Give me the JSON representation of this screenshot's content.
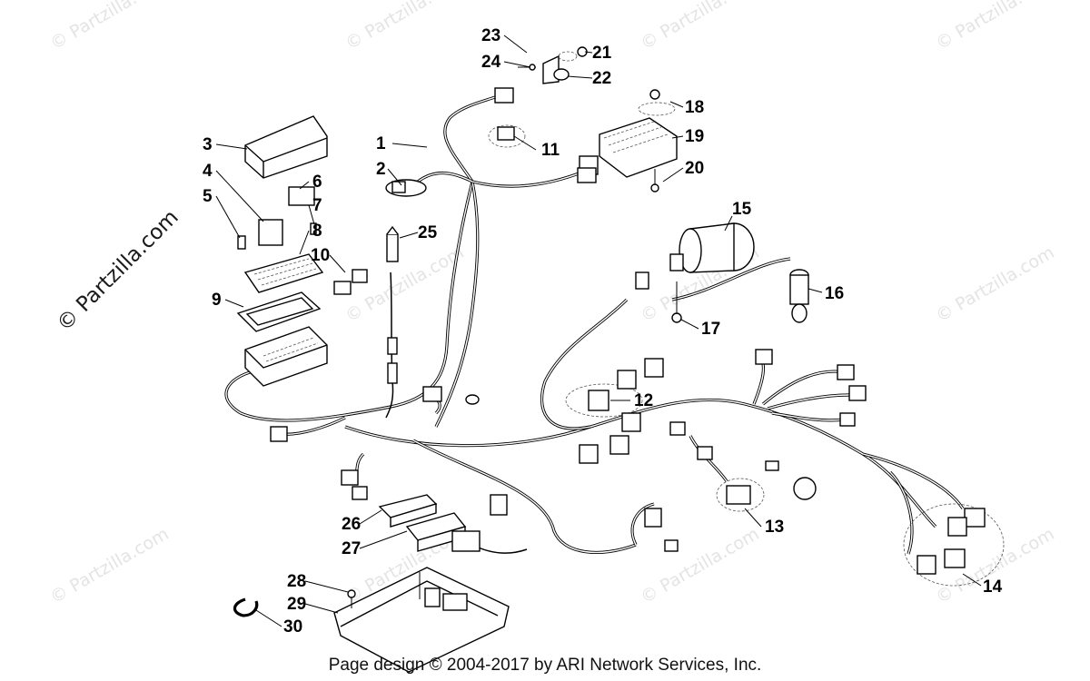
{
  "footer_text": "Page design © 2004-2017 by ARI Network Services, Inc.",
  "watermark_text": "© Partzilla.com",
  "side_watermark_text": "© Partzilla.com",
  "callouts": [
    {
      "id": "1",
      "label": "1"
    },
    {
      "id": "2",
      "label": "2"
    },
    {
      "id": "3",
      "label": "3"
    },
    {
      "id": "4",
      "label": "4"
    },
    {
      "id": "5",
      "label": "5"
    },
    {
      "id": "6",
      "label": "6"
    },
    {
      "id": "7",
      "label": "7"
    },
    {
      "id": "8",
      "label": "8"
    },
    {
      "id": "9",
      "label": "9"
    },
    {
      "id": "10",
      "label": "10"
    },
    {
      "id": "11",
      "label": "11"
    },
    {
      "id": "12",
      "label": "12"
    },
    {
      "id": "13",
      "label": "13"
    },
    {
      "id": "14",
      "label": "14"
    },
    {
      "id": "15",
      "label": "15"
    },
    {
      "id": "16",
      "label": "16"
    },
    {
      "id": "17",
      "label": "17"
    },
    {
      "id": "18",
      "label": "18"
    },
    {
      "id": "19",
      "label": "19"
    },
    {
      "id": "20",
      "label": "20"
    },
    {
      "id": "21",
      "label": "21"
    },
    {
      "id": "22",
      "label": "22"
    },
    {
      "id": "23",
      "label": "23"
    },
    {
      "id": "24",
      "label": "24"
    },
    {
      "id": "25",
      "label": "25"
    },
    {
      "id": "26",
      "label": "26"
    },
    {
      "id": "27",
      "label": "27"
    },
    {
      "id": "28",
      "label": "28"
    },
    {
      "id": "29",
      "label": "29"
    },
    {
      "id": "30",
      "label": "30"
    }
  ]
}
